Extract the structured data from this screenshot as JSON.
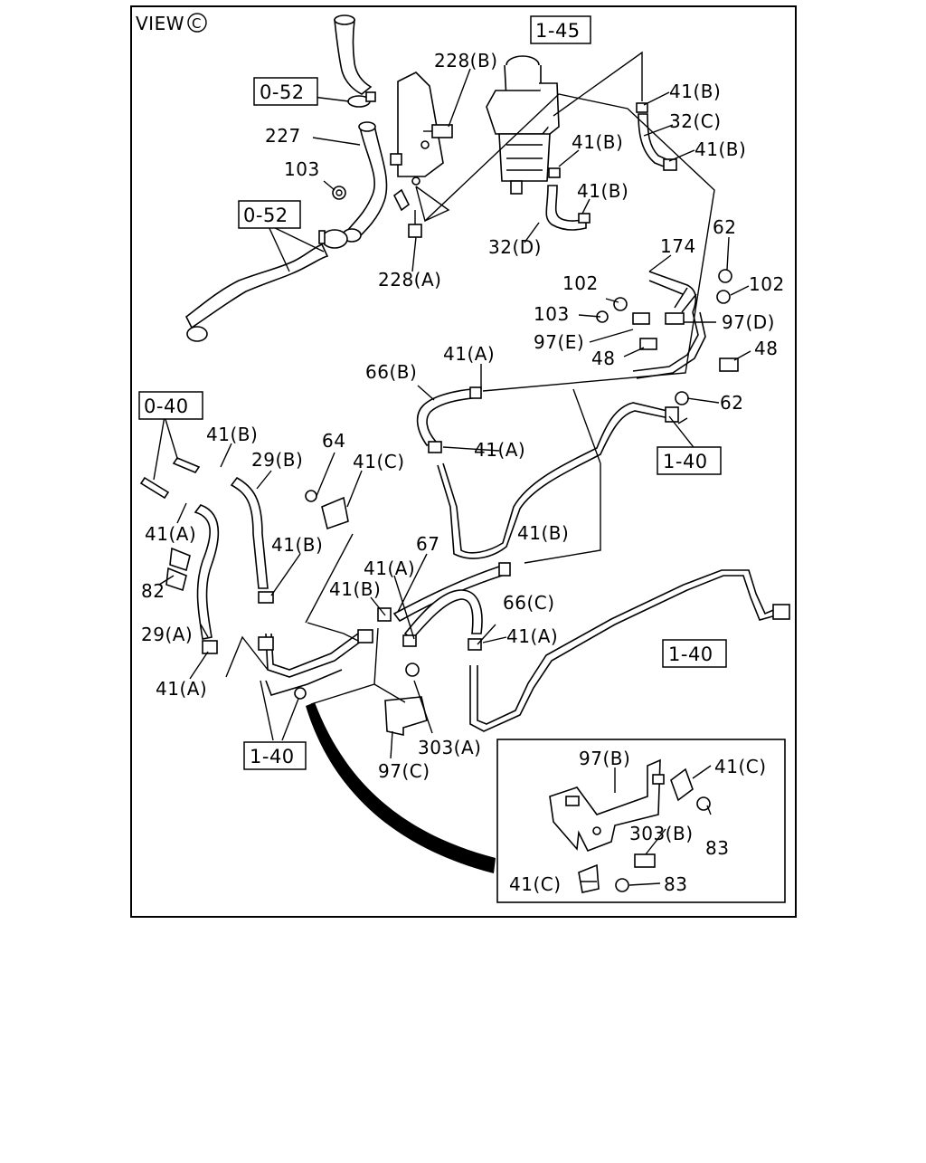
{
  "view_title": "VIEW",
  "view_symbol": "C",
  "ref_boxes": {
    "b045": "1-45",
    "b052a": "0-52",
    "b052b": "0-52",
    "b040": "0-40",
    "b140a": "1-40",
    "b140b": "1-40",
    "b140c": "1-40"
  },
  "labels": {
    "l228b": "228(B)",
    "l227": "227",
    "l103a": "103",
    "l228a": "228(A)",
    "l41b_1": "41(B)",
    "l32c": "32(C)",
    "l41b_2": "41(B)",
    "l41b_3": "41(B)",
    "l41b_4": "41(B)",
    "l32d": "32(D)",
    "l174": "174",
    "l62a": "62",
    "l102a": "102",
    "l102b": "102",
    "l103b": "103",
    "l97e": "97(E)",
    "l97d": "97(D)",
    "l48a": "48",
    "l48b": "48",
    "l62b": "62",
    "l66b": "66(B)",
    "l41a_1": "41(A)",
    "l41a_2": "41(A)",
    "l41b_5": "41(B)",
    "l29b": "29(B)",
    "l64": "64",
    "l41c_1": "41(C)",
    "l41a_3": "41(A)",
    "l82": "82",
    "l41b_6": "41(B)",
    "l67": "67",
    "l41b_7": "41(B)",
    "l41a_4": "41(A)",
    "l41b_8": "41(B)",
    "l66c": "66(C)",
    "l29a": "29(A)",
    "l41a_5": "41(A)",
    "l41a_6": "41(A)",
    "l303a": "303(A)",
    "l97c": "97(C)",
    "l97b": "97(B)",
    "l41c_2": "41(C)",
    "l303b": "303(B)",
    "l83a": "83",
    "l41c_3": "41(C)",
    "l83b": "83"
  }
}
